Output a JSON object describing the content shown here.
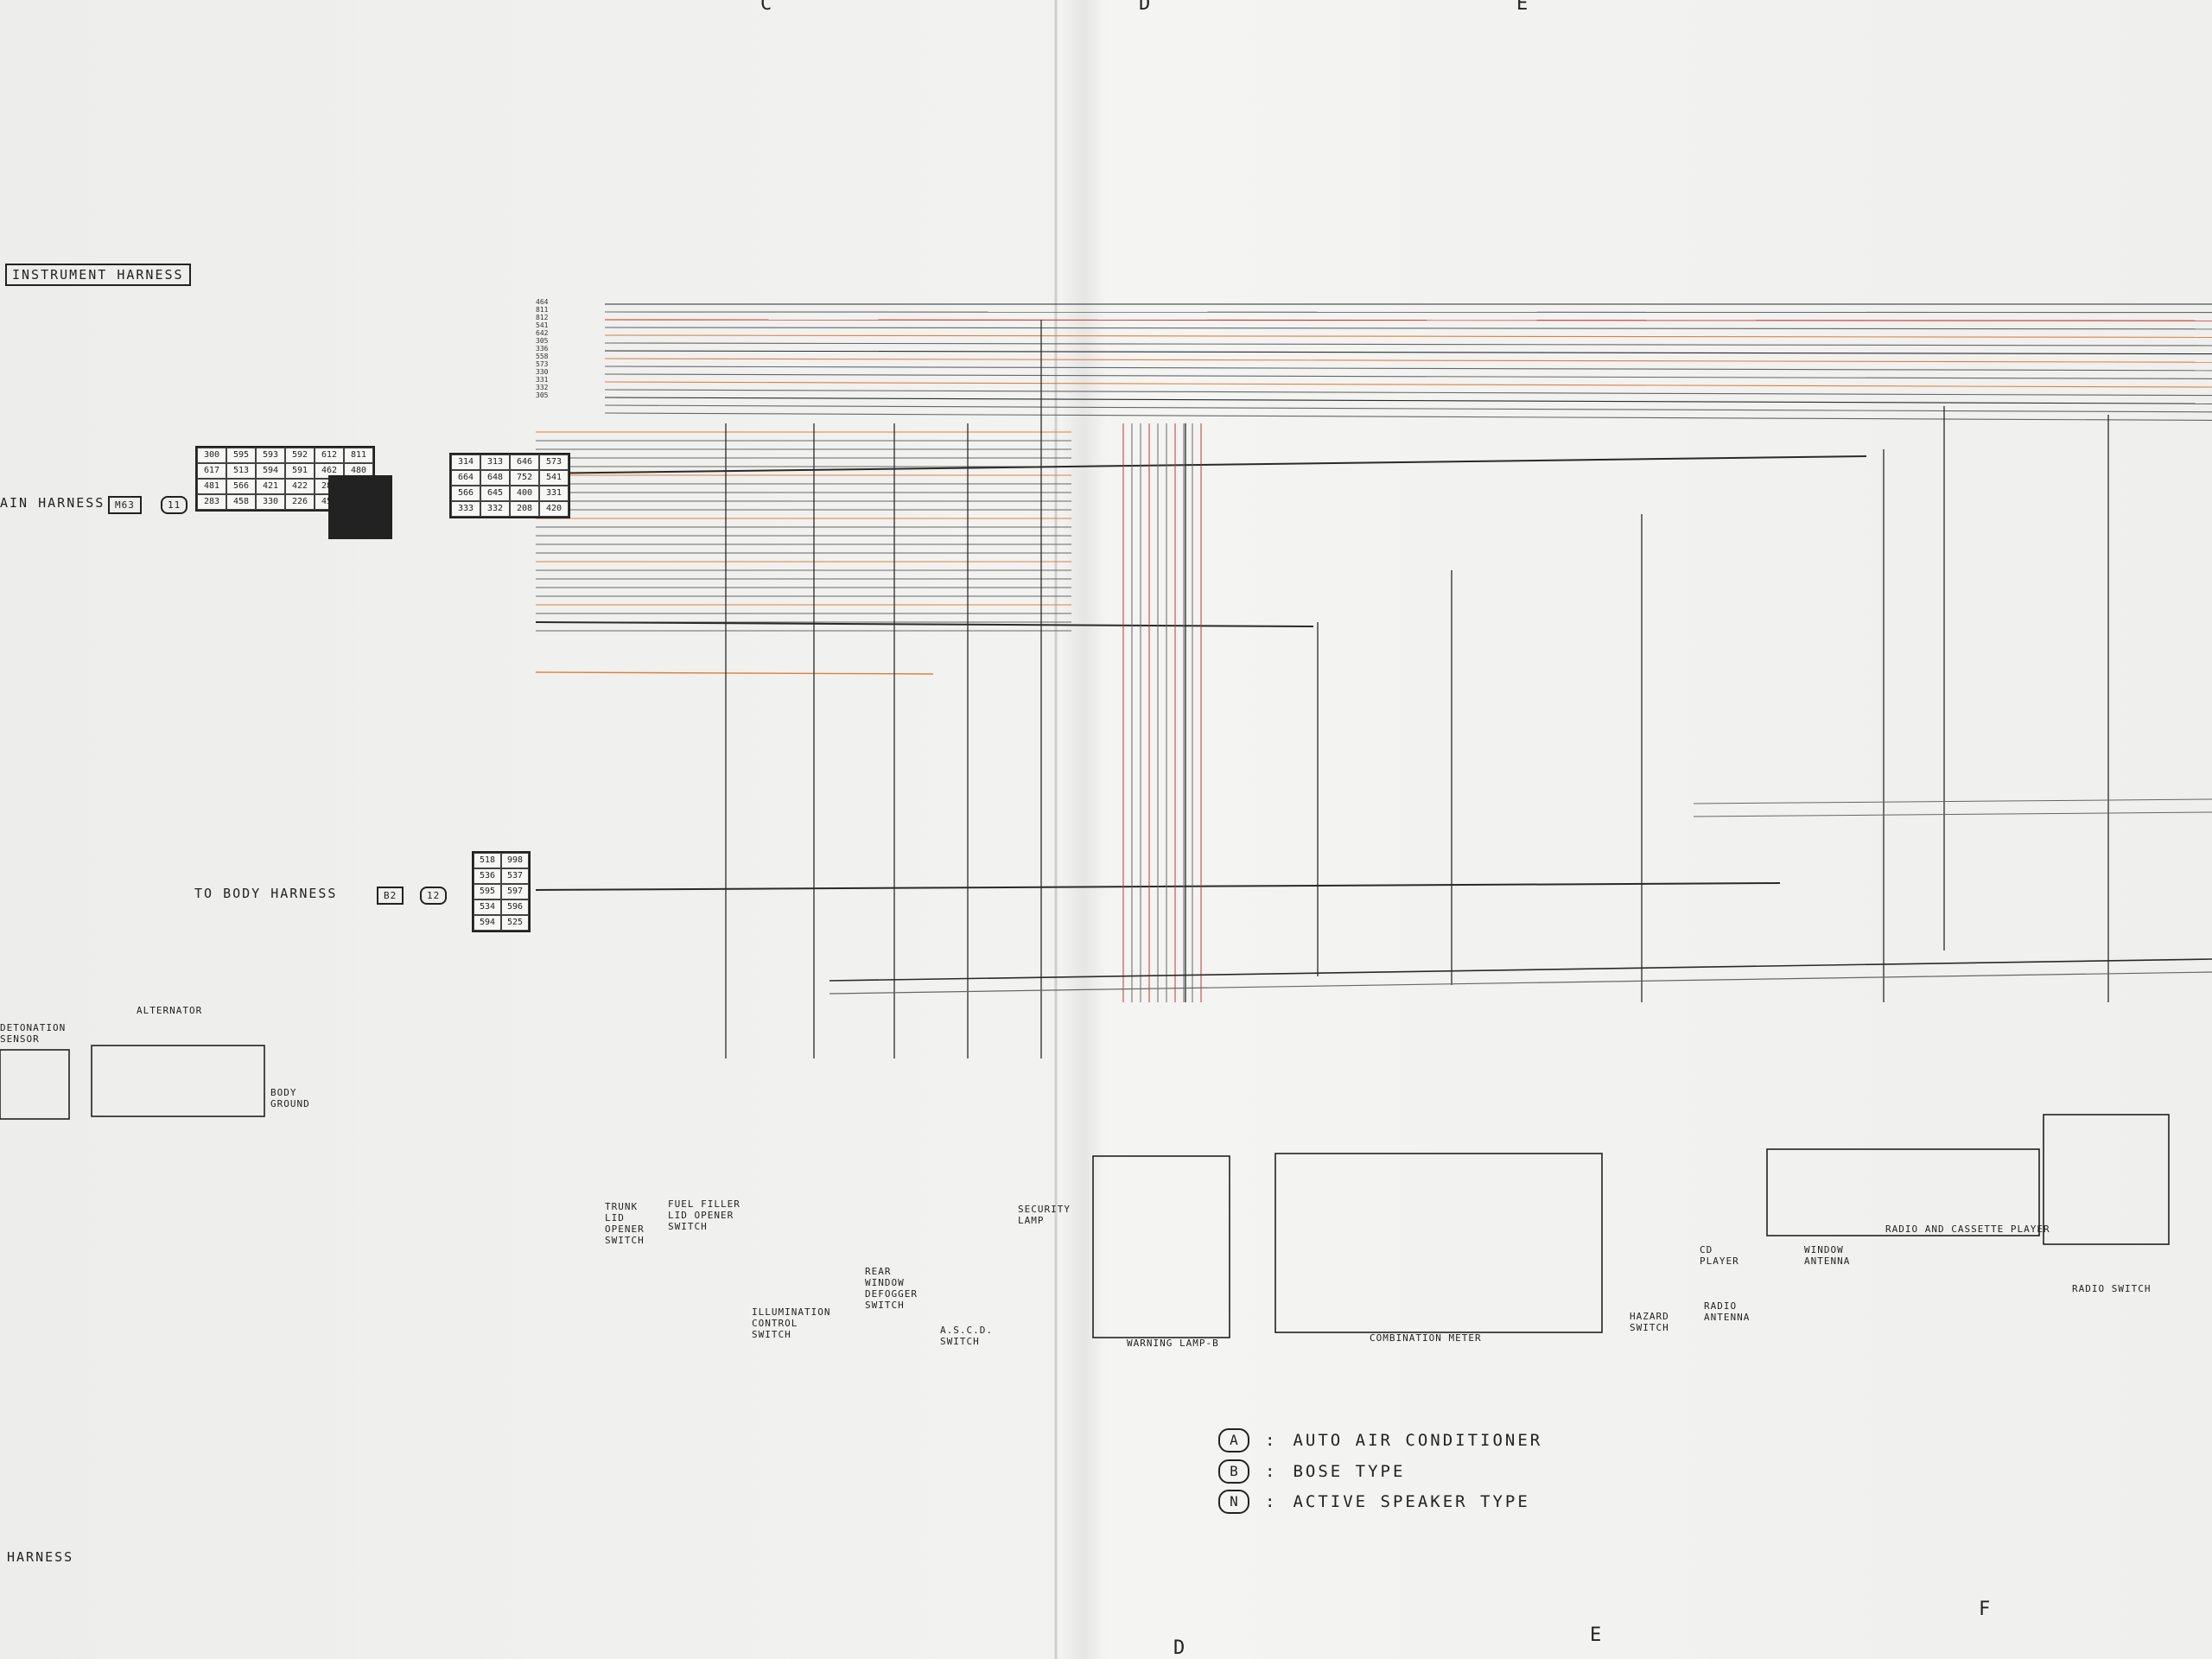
{
  "grid_refs": {
    "top": [
      "C",
      "D",
      "E"
    ],
    "bottom": [
      "D",
      "E",
      "F"
    ]
  },
  "harness_title": "INSTRUMENT HARNESS",
  "main_harness_label": "AIN HARNESS",
  "main_harness_code": "M63",
  "main_harness_num": "11",
  "body_harness_label": "TO BODY HARNESS",
  "body_harness_code": "B2",
  "body_harness_num": "12",
  "left_bottom_label": "HARNESS",
  "components": [
    {
      "id": "detonation",
      "label": "DETONATION\nSENSOR"
    },
    {
      "id": "alternator",
      "label": "ALTERNATOR"
    },
    {
      "id": "body-ground",
      "label": "BODY\nGROUND"
    },
    {
      "id": "trunk",
      "label": "TRUNK\nLID\nOPENER\nSWITCH"
    },
    {
      "id": "fuel-filler",
      "label": "FUEL FILLER\nLID OPENER\nSWITCH"
    },
    {
      "id": "illumination",
      "label": "ILLUMINATION\nCONTROL\nSWITCH"
    },
    {
      "id": "rear-window",
      "label": "REAR\nWINDOW\nDEFOGGER\nSWITCH"
    },
    {
      "id": "ascd",
      "label": "A.S.C.D.\nSWITCH"
    },
    {
      "id": "security",
      "label": "SECURITY\nLAMP"
    },
    {
      "id": "warning-lamp",
      "label": "WARNING LAMP-B"
    },
    {
      "id": "combination",
      "label": "COMBINATION METER"
    },
    {
      "id": "hazard",
      "label": "HAZARD\nSWITCH"
    },
    {
      "id": "cd-player",
      "label": "CD\nPLAYER"
    },
    {
      "id": "radio-antenna",
      "label": "RADIO\nANTENNA"
    },
    {
      "id": "window-antenna",
      "label": "WINDOW\nANTENNA"
    },
    {
      "id": "radio-cassette",
      "label": "RADIO AND CASSETTE PLAYER"
    },
    {
      "id": "radio-switch",
      "label": "RADIO SWITCH"
    }
  ],
  "legend": [
    {
      "key": "A",
      "text": "AUTO AIR CONDITIONER"
    },
    {
      "key": "B",
      "text": "BOSE TYPE"
    },
    {
      "key": "N",
      "text": "ACTIVE SPEAKER TYPE"
    }
  ],
  "wire_colors": {
    "black": "#2a2a2a",
    "orange": "#d9823f",
    "red": "#c0392b",
    "grey": "#666666"
  }
}
